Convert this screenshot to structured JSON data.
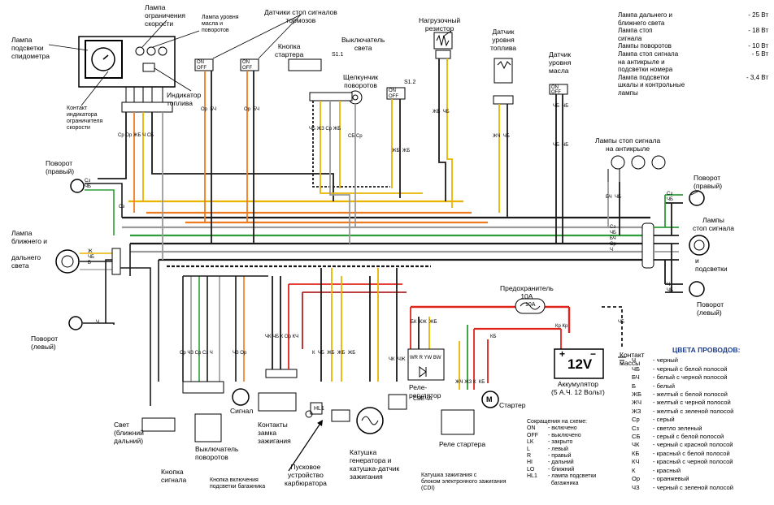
{
  "labels": {
    "speedo_lamp": "Лампа\nподсветки\nспидометра",
    "speed_limit_lamp": "Лампа\nограничения\nскорости",
    "oil_lamp": "Лампа уровня\nмасла и\nповоротов",
    "brake_sensors": "Датчики стоп сигналов\nтормозов",
    "load_resistor": "Нагрузочный\nрезистор",
    "fuel_sensor": "Датчик\nуровня\nтоплива",
    "oil_sensor": "Датчик\nуровня\nмасла",
    "starter_button": "Кнопка\nстартера",
    "light_switch": "Выключатель\nсвета",
    "turn_clicker": "Щелкунчик\nповоротов",
    "fuel_indicator": "Индикатор\nтоплива",
    "speed_contact": "Контакт\nиндикатора\nограничителя\nскорости",
    "turn_right_front": "Поворот\n(правый)",
    "headlamp": "Лампа\nближнего и\n\nдальнего\nсвета",
    "turn_left_front": "Поворот\n(левый)",
    "brake_lamps_anti": "Лампы стоп сигнала\nна антикрыле",
    "turn_right_rear": "Поворот\n(правый)",
    "brake_lamps": "Лампы\nстоп сигнала",
    "and_light": "и\nподсветки",
    "turn_left_rear": "Поворот\n(левый)",
    "prefuse": "Предохранитель\n10А",
    "battery": "Аккумулятор\n(5 А.Ч. 12 Вольт)",
    "mass_contact": "Контакт\nмассы",
    "starter": "Стартер",
    "relay_regulator": "Реле-\nрегулятор",
    "starter_relay": "Реле стартера",
    "spark": "СВЕЧА",
    "ignition_coil": "Катушка зажигания с\nблоком электронного зажигания\n(CDI)",
    "generator": "Катушка\nгенератора и\nкатушка-датчик\nзажигания",
    "carb_starter": "Пусковое\nустройство\nкарбюратора",
    "trunk_button": "Кнопка включения\nподсветки багажника",
    "ignition_contacts": "Контакты\nзамка\nзажигания",
    "horn": "Сигнал",
    "turn_switch": "Выключатель\nповоротов",
    "light_low_high": "Свет\n(ближний\nдальний)",
    "horn_button": "Кнопка\nсигнала",
    "s11": "S1.1",
    "s12": "S1.2",
    "v12": "12V",
    "plus": "+",
    "minus": "−",
    "fuse_val": "10A",
    "m": "M",
    "hl1": "HL1"
  },
  "wire_codes": {
    "top_brake1": "Ор  БЧ",
    "top_brake2": "Ор  БЧ",
    "dash_bundle": "Ср Ор ЖБ Ч СБ",
    "light_sw": "ЧБ ЖЗ Ср ЖБ",
    "clicker": "СБ Ср",
    "resistor": "ЖБ  ЧБ",
    "s12_codes": "ЖБ  ЖБ",
    "fuel": "ЖЧ  ЧБ",
    "oil": "ЧБ  ЧБ",
    "oil2": "ЧБ  ЧБ",
    "anti_brake": "БЧ  ЧБ",
    "turn_rf": "Сз\nЧБ",
    "sz": "Сз",
    "head": "Ж\nЧБ\nБ",
    "turn_lf": "Ч",
    "rear_rows": "Сз\nЧБ\nБЧ\nСр\nЧ",
    "rear_right": "Сз\nЧБ",
    "rear_left": "Ч\nЧБ",
    "bottom_switch": "Ср ЧЗ Ср Сз Ч",
    "horn_codes": "ЧЗ Ор",
    "ign_codes": "ЧК ЧБ К Ор КЧ",
    "gen_codes": "К  ЧБ  ЖБ  ЖБ  ЖБ",
    "cdi_codes": "ЧК  ЧЖ",
    "reg_codes": "БК  КЖ  ЖБ",
    "reg_pins": "WR R YW BW",
    "relay_codes": "ЖЧ ЖЗ К  КБ",
    "fuse_codes": "Кр Кр",
    "batt_code": "ЧБ",
    "kb": "КБ"
  },
  "switch_labels": {
    "on": "ON",
    "off": "OFF"
  },
  "specs": {
    "rows": [
      {
        "name": "Лампа дальнего и\nближнего света",
        "val": "- 25 Вт"
      },
      {
        "name": "Лампа стоп\nсигнала",
        "val": "- 18 Вт"
      },
      {
        "name": "Лампы поворотов",
        "val": "- 10 Вт"
      },
      {
        "name": "Лампа стоп сигнала\nна антикрыле и\nподсветки номера",
        "val": "- 5 Вт"
      },
      {
        "name": "Лампа подсветки\nшкалы и контрольные\nлампы",
        "val": "- 3,4 Вт"
      }
    ]
  },
  "colors_legend": {
    "title": "ЦВЕТА ПРОВОДОВ:",
    "items": [
      {
        "k": "Ч",
        "v": "- черный"
      },
      {
        "k": "ЧБ",
        "v": "- черный с белой полосой"
      },
      {
        "k": "БЧ",
        "v": "- белый с черной полосой"
      },
      {
        "k": "Б",
        "v": "- белый"
      },
      {
        "k": "ЖБ",
        "v": "- желтый с белой полосой"
      },
      {
        "k": "ЖЧ",
        "v": "- желтый с черной полосой"
      },
      {
        "k": "ЖЗ",
        "v": "- желтый с зеленой полосой"
      },
      {
        "k": "Ср",
        "v": "- серый"
      },
      {
        "k": "Сз",
        "v": "- светло зеленый"
      },
      {
        "k": "СБ",
        "v": "- серый с белой полосой"
      },
      {
        "k": "ЧК",
        "v": "- черный с красной полосой"
      },
      {
        "k": "КБ",
        "v": "- красный с белой полосой"
      },
      {
        "k": "КЧ",
        "v": "- красный с черной полосой"
      },
      {
        "k": "К",
        "v": "- красный"
      },
      {
        "k": "Ор",
        "v": "- оранжевый"
      },
      {
        "k": "ЧЗ",
        "v": "- черный с зеленой полосой"
      }
    ]
  },
  "abbreviations": {
    "title": "Сокращения на схеме:",
    "items": [
      {
        "k": "ON",
        "v": "- включено"
      },
      {
        "k": "OFF",
        "v": "- выключено"
      },
      {
        "k": "LK",
        "v": "- закрыто"
      },
      {
        "k": "L",
        "v": "- левый"
      },
      {
        "k": "R",
        "v": "- правый"
      },
      {
        "k": "HI",
        "v": "- дальний"
      },
      {
        "k": "LO",
        "v": "- ближний"
      },
      {
        "k": "HL1",
        "v": "- лампа подсветки\n  багажника"
      }
    ]
  },
  "wire_colors": {
    "black": "#1a1a1a",
    "red": "#e0241b",
    "orange": "#f07a1e",
    "yellow": "#e8b400",
    "green": "#2e9d3a",
    "gray": "#9a9a9a",
    "white": "#ffffff",
    "darkred": "#b22222"
  }
}
